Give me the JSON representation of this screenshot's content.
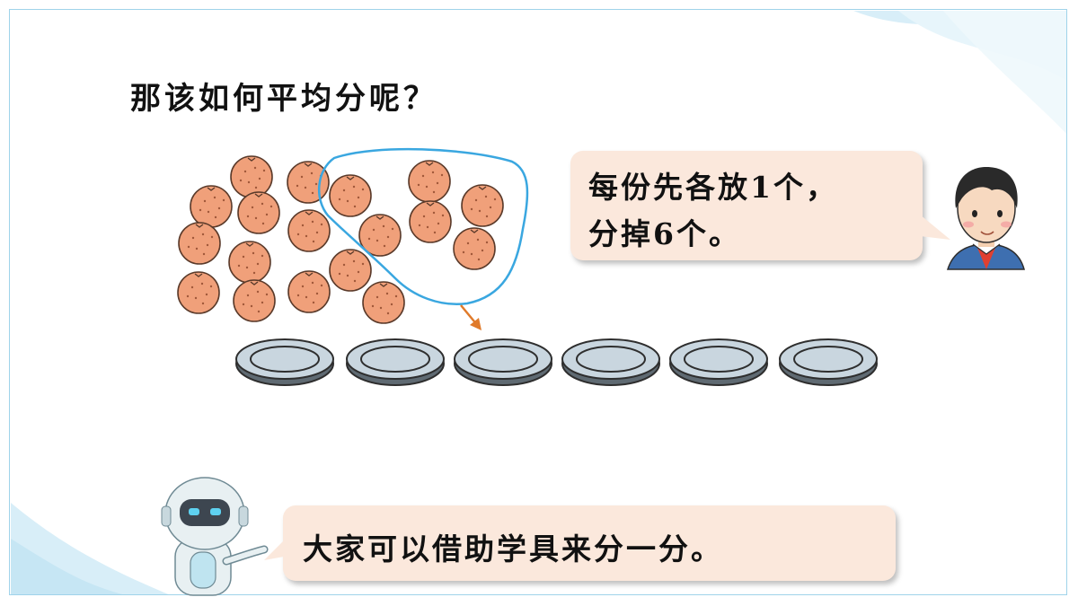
{
  "title": "那该如何平均分呢？",
  "boy_speech": {
    "line1": "每份先各放1个，",
    "line2": "分掉6个。"
  },
  "robot_speech": "大家可以借助学具来分一分。",
  "counts": {
    "oranges": 18,
    "oranges_circled": 6,
    "plates": 6
  },
  "colors": {
    "orange_fill": "#f0a07a",
    "orange_stroke": "#5a3a2a",
    "plate_fill": "#c9d6df",
    "selection_outline": "#3aa7e0",
    "arrow": "#e07a2a",
    "bubble_bg": "#fbe8dc"
  },
  "icons": [
    "robot-icon",
    "boy-icon",
    "orange-icon",
    "plate-icon",
    "arrow-icon"
  ]
}
